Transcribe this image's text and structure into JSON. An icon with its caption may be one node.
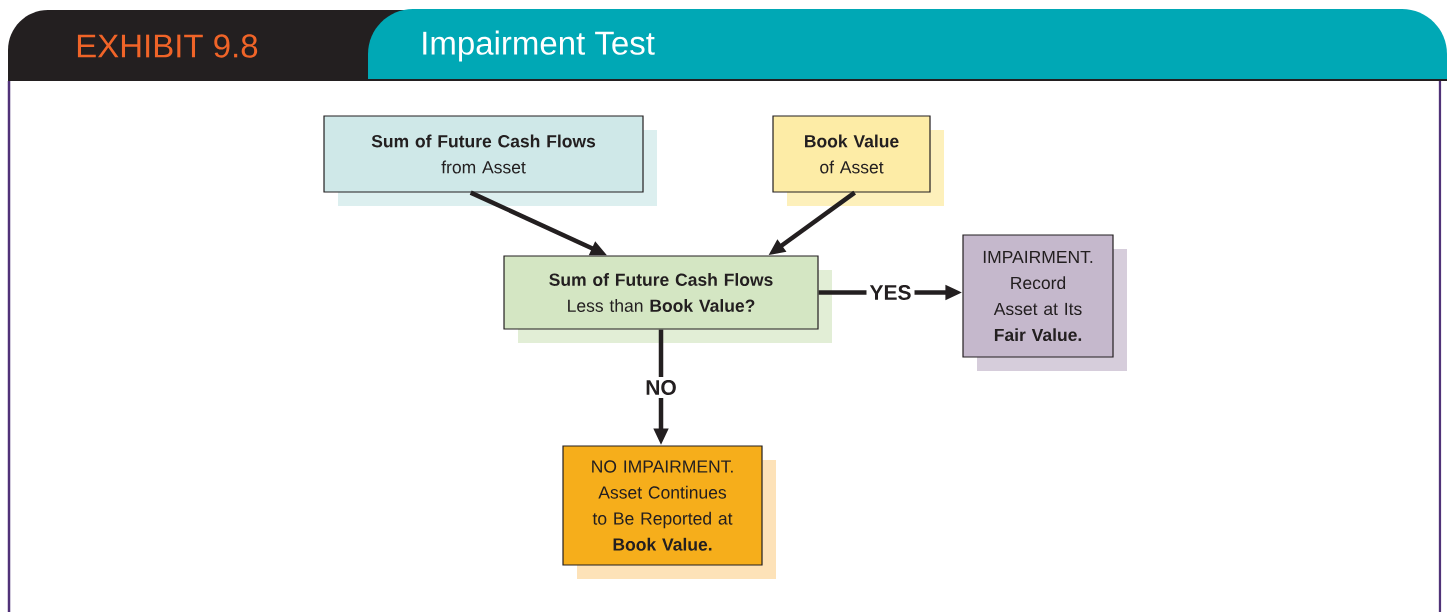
{
  "diagram": {
    "title": "Impairment Test",
    "nodes": [
      {
        "text": [
          "Sum of Future Cash Flows",
          "from Asset"
        ]
      },
      {
        "text": [
          "Book Value",
          "of Asset"
        ]
      },
      {
        "text": [
          "Sum of Future Cash Flows",
          "Less than **Book Value?**"
        ]
      },
      {
        "text": [
          "IMPAIRMENT. Record Asset at Its",
          "Fair Value."
        ]
      },
      {
        "text": [
          "NO IMPAIRMENT. Asset Continues to Be Reported at",
          "Book Value."
        ]
      }
    ],
    "edges": [
      {
        "from": 0,
        "to": 2,
        "arrow": "to"
      },
      {
        "from": 1,
        "to": 2,
        "arrow": "to"
      },
      {
        "from": 2,
        "to": 3,
        "arrow": "to",
        "label": "YES"
      },
      {
        "from": 2,
        "to": 4,
        "arrow": "to",
        "label": "NO"
      }
    ],
    "labels": [
      "EXHIBIT 9.8"
    ]
  }
}
